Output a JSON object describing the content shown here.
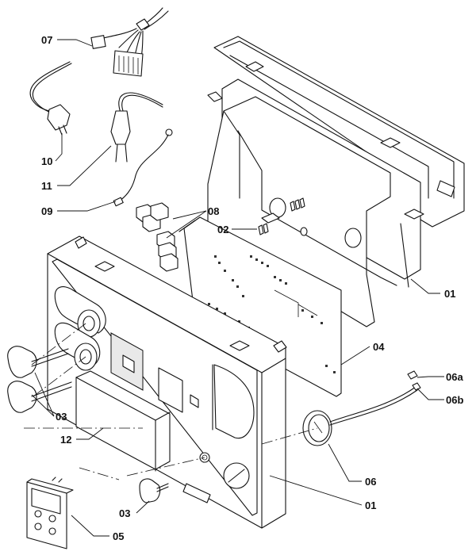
{
  "callouts": {
    "c07": "07",
    "c10": "10",
    "c11": "11",
    "c09": "09",
    "c08": "08",
    "c02": "02",
    "c01_top": "01",
    "c04": "04",
    "c06a": "06a",
    "c06b": "06b",
    "c03_left": "03",
    "c12": "12",
    "c06": "06",
    "c03_bottom": "03",
    "c01_bottom": "01",
    "c05": "05"
  }
}
